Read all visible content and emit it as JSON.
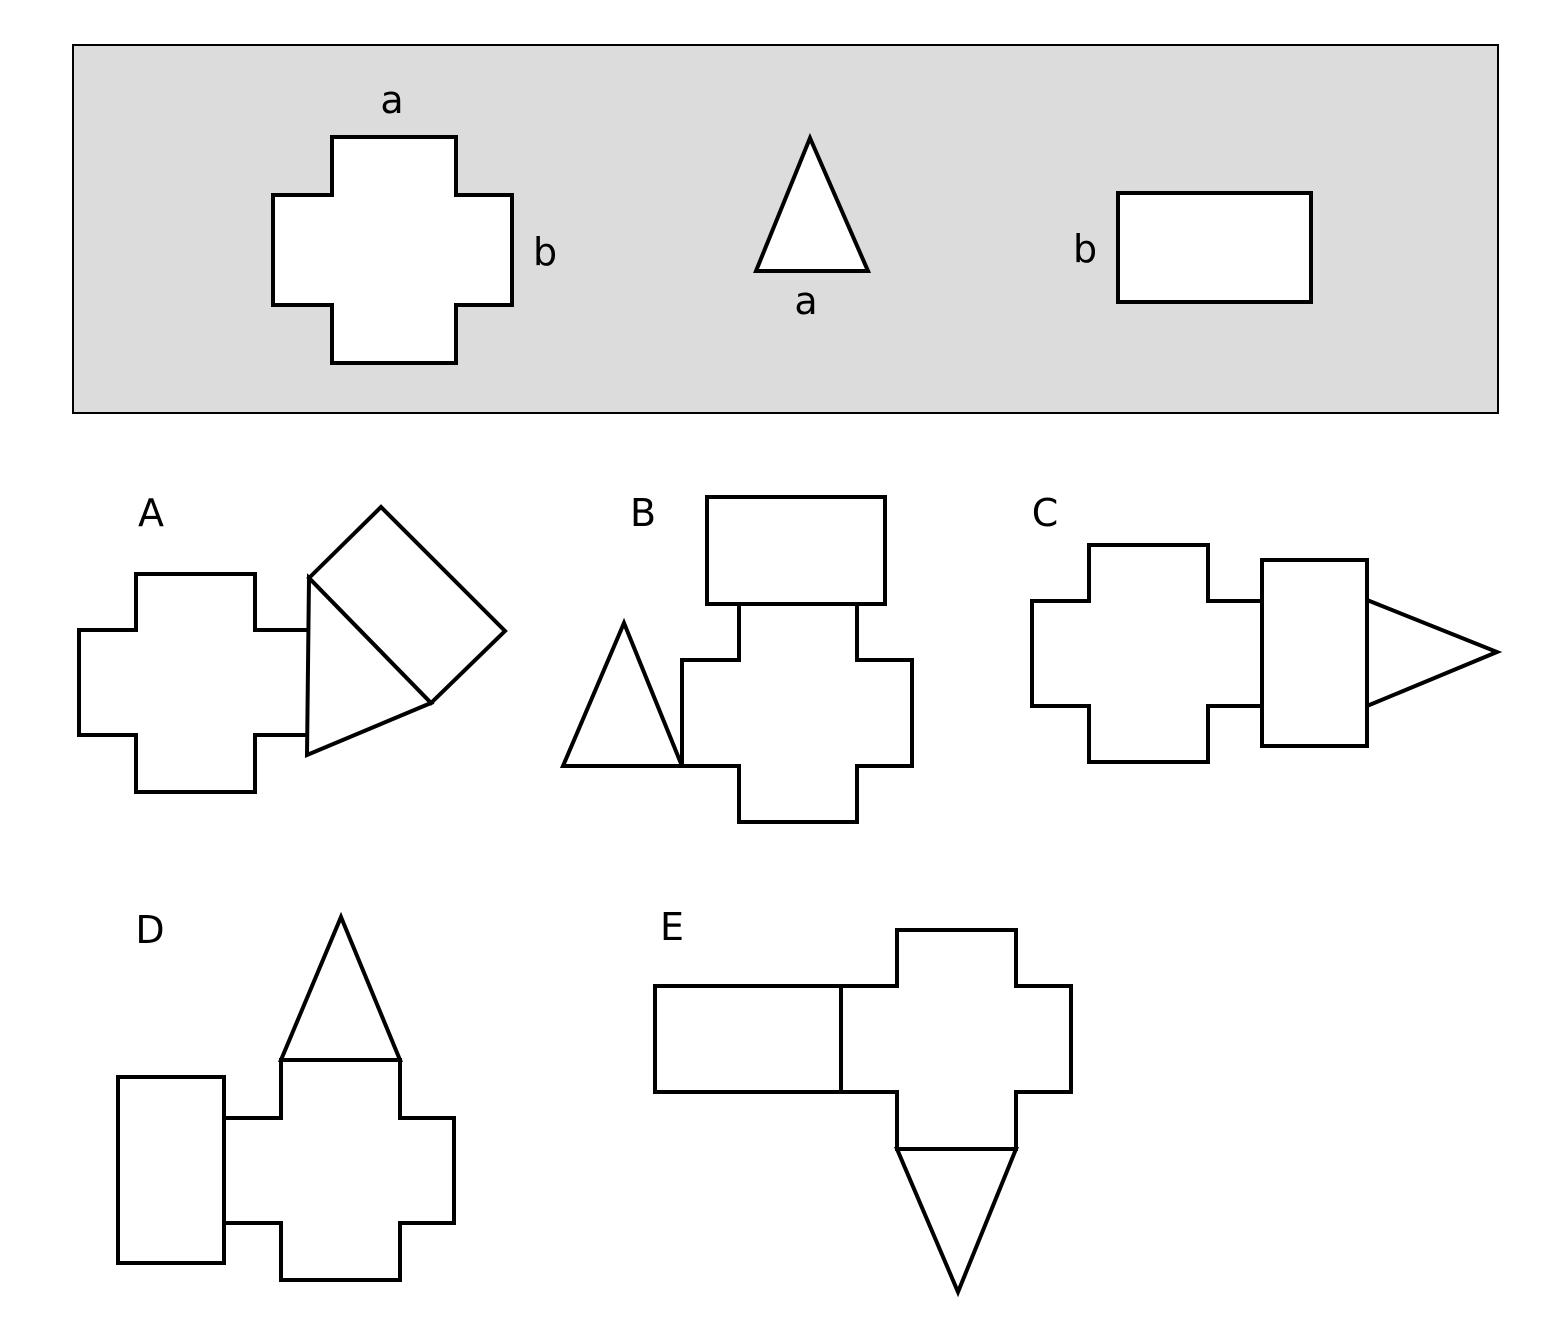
{
  "colors": {
    "panel_background": "#dcdcdc",
    "panel_border": "#000000",
    "shape_fill": "#ffffff",
    "stroke": "#000000"
  },
  "reference": {
    "cross": {
      "top_label": "a",
      "side_label": "b"
    },
    "triangle": {
      "base_label": "a"
    },
    "rectangle": {
      "side_label": "b"
    }
  },
  "options": [
    {
      "letter": "A"
    },
    {
      "letter": "B"
    },
    {
      "letter": "C"
    },
    {
      "letter": "D"
    },
    {
      "letter": "E"
    }
  ]
}
